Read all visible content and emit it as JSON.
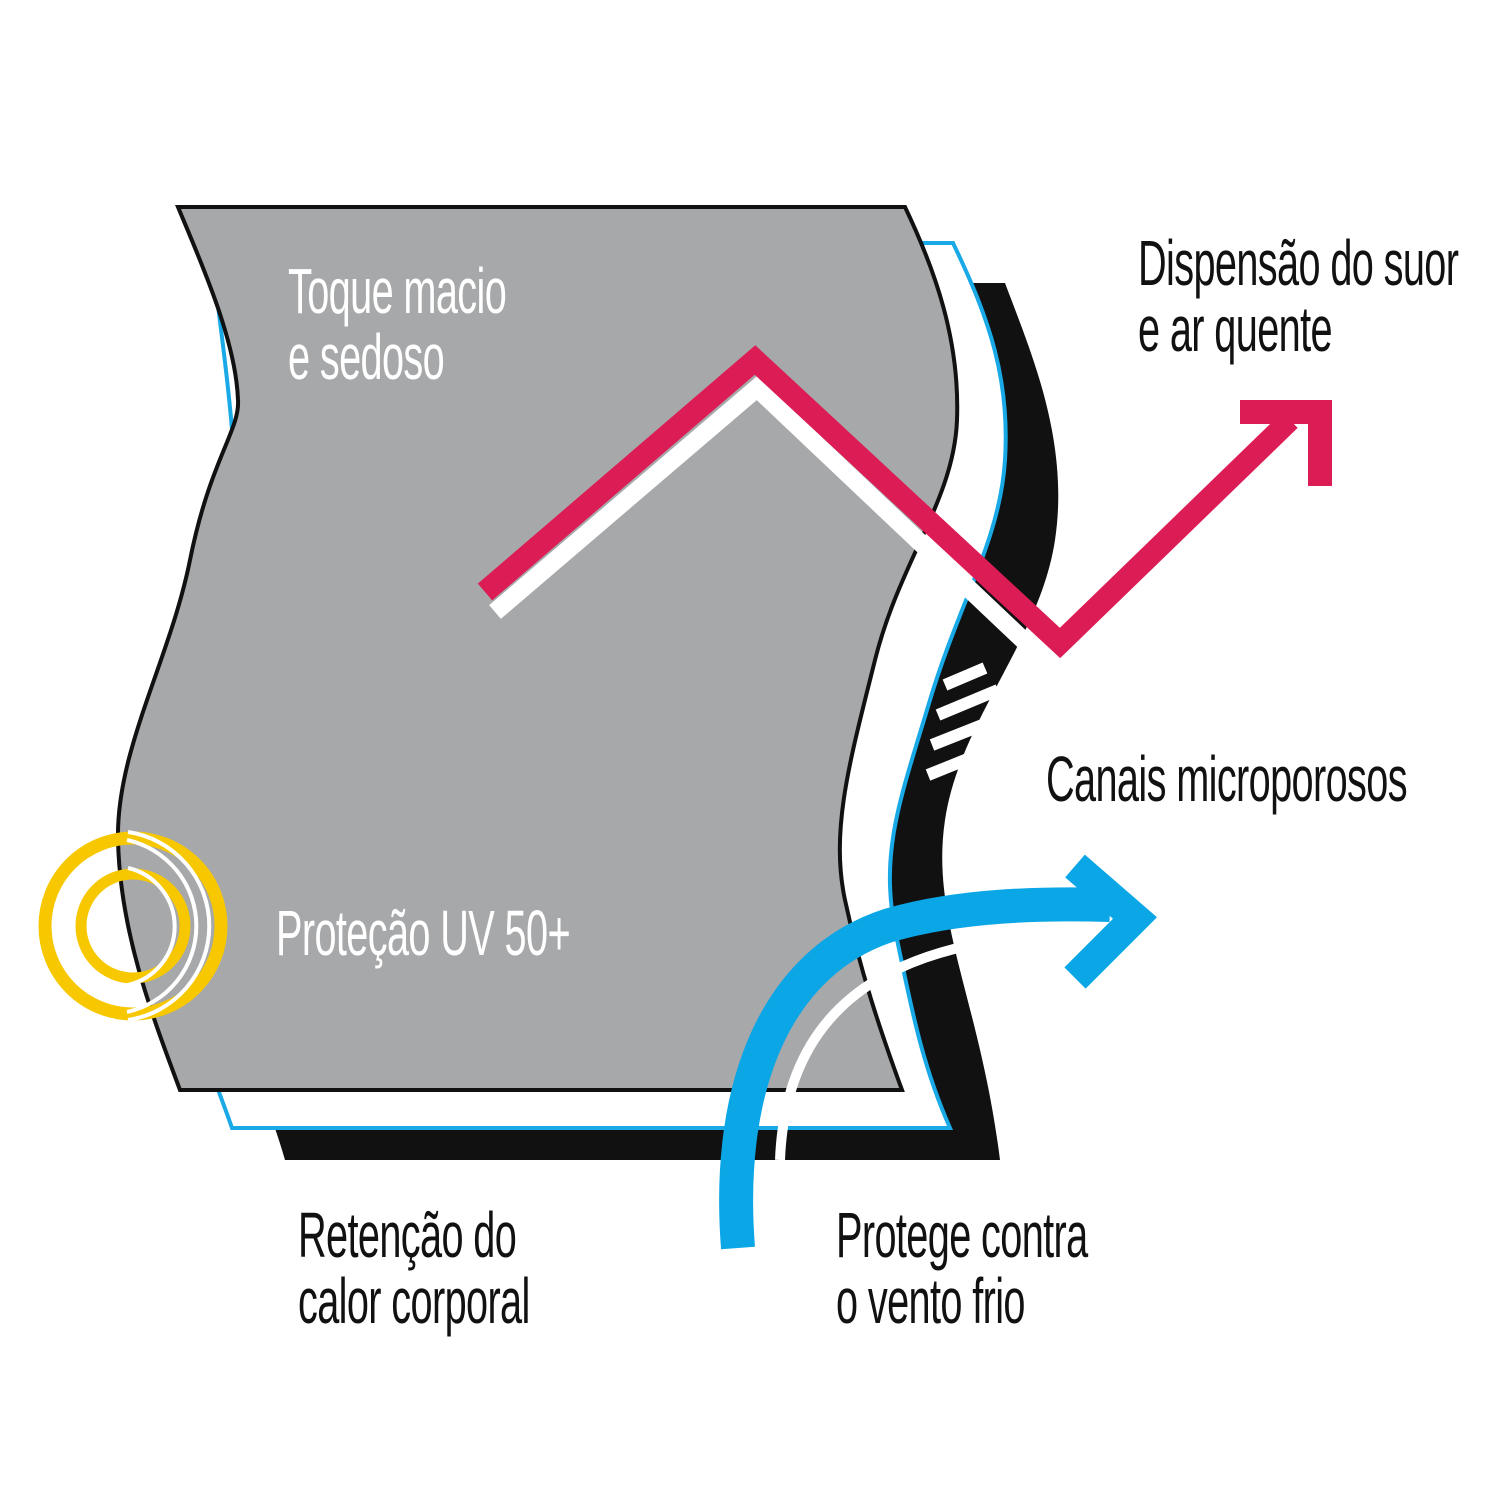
{
  "labels": {
    "soft_touch": [
      "Toque macio",
      "e sedoso"
    ],
    "sweat_dispersion": [
      "Dispensão do suor",
      "e ar quente"
    ],
    "microporous": [
      "Canais microporosos"
    ],
    "uv_protection": [
      "Proteção UV 50+"
    ],
    "heat_retention": [
      "Retenção do",
      "calor corporal"
    ],
    "wind_protection": [
      "Protege contra",
      "o vento frio"
    ]
  },
  "colors": {
    "fabric_gray": "#a7a8aa",
    "outline": "#111111",
    "membrane_blue": "#18a9e6",
    "sweat_arrow": "#dc1c55",
    "wind_arrow": "#0aa6e6",
    "uv_ring": "#f7c700"
  },
  "icons": {
    "sweat_arrow": "zigzag-arrow-up-right",
    "wind_arrow": "curved-arrow-right",
    "uv_rings": "concentric-rings"
  }
}
